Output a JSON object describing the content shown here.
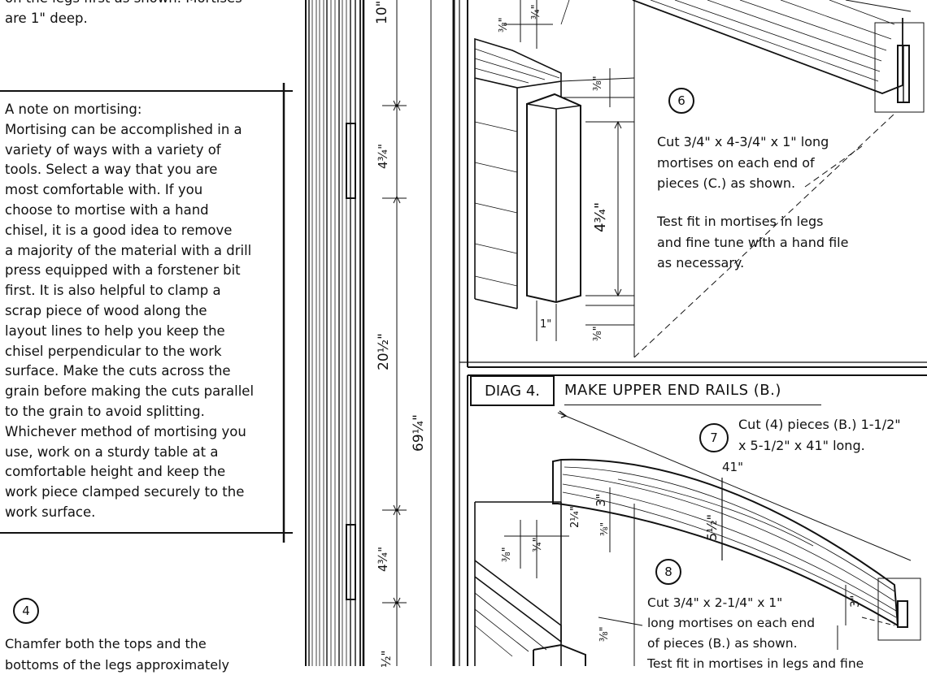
{
  "left_column": {
    "top_fragment_lines": [
      "on the legs first as shown. Mortises",
      "are 1\" deep."
    ],
    "note_lines": [
      "A note on mortising:",
      "Mortising can be accomplished in a",
      "variety of ways with a variety of",
      "tools.  Select a way that you are",
      "most comfortable with.  If you",
      "choose to mortise with a hand",
      "chisel, it is a good idea to remove",
      "a majority of the material with a drill",
      "press equipped with a forstener bit",
      "first.  It is also helpful to clamp a",
      "scrap piece of wood along the",
      "layout lines to help you keep the",
      "chisel perpendicular to the work",
      "surface.  Make the cuts across the",
      "grain before making the cuts parallel",
      "to the grain to avoid splitting.",
      "Whichever method of mortising you",
      "use, work on a sturdy table at a",
      "comfortable height and keep the",
      "work piece clamped securely to the",
      "work surface."
    ],
    "step4_number": "4",
    "step4_lines": [
      "Chamfer both the tops and the",
      "bottoms of the legs approximately"
    ]
  },
  "leg_dimensions": {
    "top": "10\"",
    "mortise_upper": "4¾\"",
    "middle": "20½\"",
    "overall": "69¼\"",
    "mortise_lower": "4¾\"",
    "bottom": "½\""
  },
  "diag3": {
    "dims": {
      "top_a": "⅜\"",
      "top_b": "¾\"",
      "side_a": "⅜\"",
      "height": "4¾\"",
      "depth": "1\"",
      "bottom": "⅜\""
    },
    "step6_number": "6",
    "step6_lines": [
      "Cut 3/4\" x 4-3/4\" x 1\" long",
      "mortises on each end of",
      "pieces (C.) as shown."
    ],
    "test_fit_lines": [
      "Test fit in mortises in legs",
      "and fine tune with a hand file",
      "as necessary."
    ]
  },
  "diag4": {
    "label": "DIAG 4.",
    "title": "MAKE UPPER END RAILS (B.)",
    "step7_number": "7",
    "step7_lines": [
      "Cut (4) pieces (B.) 1-1/2\"",
      "x 5-1/2\" x 41\" long."
    ],
    "length_dim": "41\"",
    "dims": {
      "end_height": "3\"",
      "center_height": "5½\"",
      "right_end": "3\"",
      "top_a": "⅜\"",
      "top_b": "¾\"",
      "top_c": "2¼\"",
      "small_a": "⅜\"",
      "small_b": "⅜\""
    },
    "step8_number": "8",
    "step8_lines": [
      "Cut 3/4\" x 2-1/4\" x 1\"",
      "long mortises on each end",
      "of pieces (B.) as shown.",
      "Test fit in mortises in legs and fine"
    ]
  }
}
